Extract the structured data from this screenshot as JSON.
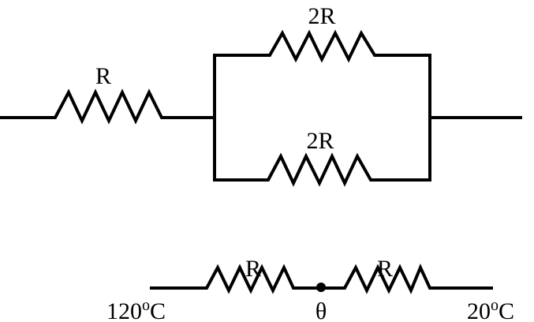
{
  "top_circuit": {
    "series_resistor_label": "R",
    "parallel_top_label": "2R",
    "parallel_bottom_label": "2R"
  },
  "bottom_circuit": {
    "left_resistor_label": "R",
    "right_resistor_label": "R",
    "left_temperature": "120",
    "right_temperature": "20",
    "degree_symbol": "o",
    "unit": "C",
    "junction_label": "θ"
  },
  "colors": {
    "stroke": "#000000",
    "background": "#ffffff"
  }
}
